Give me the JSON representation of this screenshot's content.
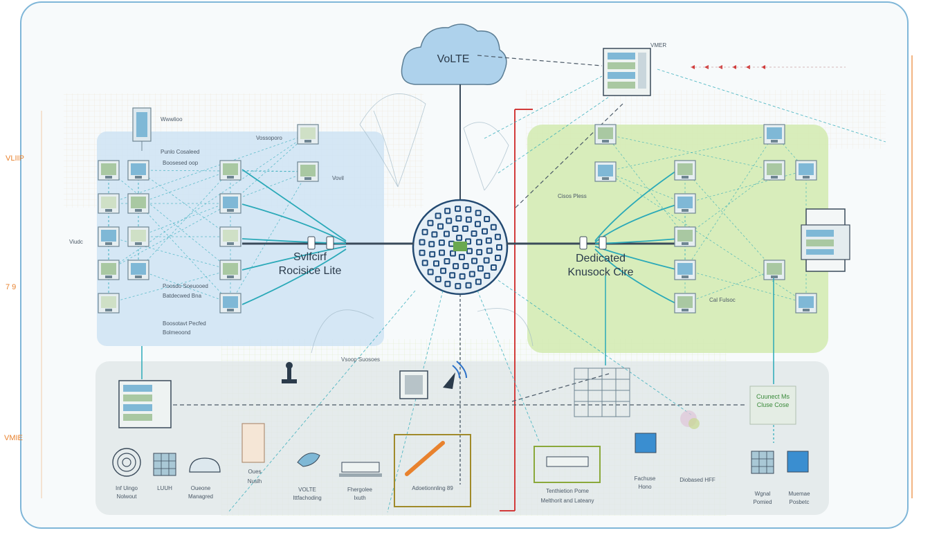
{
  "cloud": {
    "label": "VoLTE"
  },
  "top_right_label": "VMER",
  "side_labels": {
    "left_top": "VLIIP",
    "left_mid": "7 9",
    "left_bottom": "VMIE"
  },
  "left_region": {
    "title_line1": "Svlfcirf",
    "title_line2": "Rocisice Lite",
    "labels": [
      "Wwwlioo",
      "Punlo Cosaleed",
      "Boosesed oop",
      "Vossoporo",
      "Viudc",
      "Vovil",
      "Poosdo Soeuooed",
      "Batdecwed Bna",
      "Boosotavt Pecfed",
      "Bolmeoond"
    ]
  },
  "right_region": {
    "title_line1": "Dedicated",
    "title_line2": "Knusock Cire",
    "labels": [
      "Cisos Pless",
      "Cal Fulsoc"
    ]
  },
  "center_hub_label": "Vsoop Suosoes",
  "bottom_items": [
    {
      "line1": "Inf Uingo",
      "line2": "Nolwout"
    },
    {
      "line1": "LUUH",
      "line2": ""
    },
    {
      "line1": "Oueone",
      "line2": "Managred"
    },
    {
      "line1": "Oues",
      "line2": "Nuslh"
    },
    {
      "line1": "VOLTE",
      "line2": "Ittfachoding"
    },
    {
      "line1": "Fhergolee",
      "line2": "Ixuth"
    },
    {
      "line1": "Adoetionnling 89",
      "line2": ""
    },
    {
      "line1": "Tenthietion Pome",
      "line2": "Melthorit and Lateany"
    },
    {
      "line1": "Fachuse",
      "line2": "Hono"
    },
    {
      "line1": "Diobased HFF",
      "line2": ""
    },
    {
      "line1": "Wgnal",
      "line2": "Pomied"
    },
    {
      "line1": "Muemae",
      "line2": "Posbetc"
    },
    {
      "line1": "Cuunect Ms",
      "line2": "Cluse Cose"
    }
  ],
  "colors": {
    "left_region": "#cfe3f3",
    "right_region": "#d4ebb4",
    "bottom_panel": "#dfe5e7",
    "connector": "#2aa9b8",
    "accent_side": "#e8822e",
    "red_line": "#d23a3a"
  }
}
